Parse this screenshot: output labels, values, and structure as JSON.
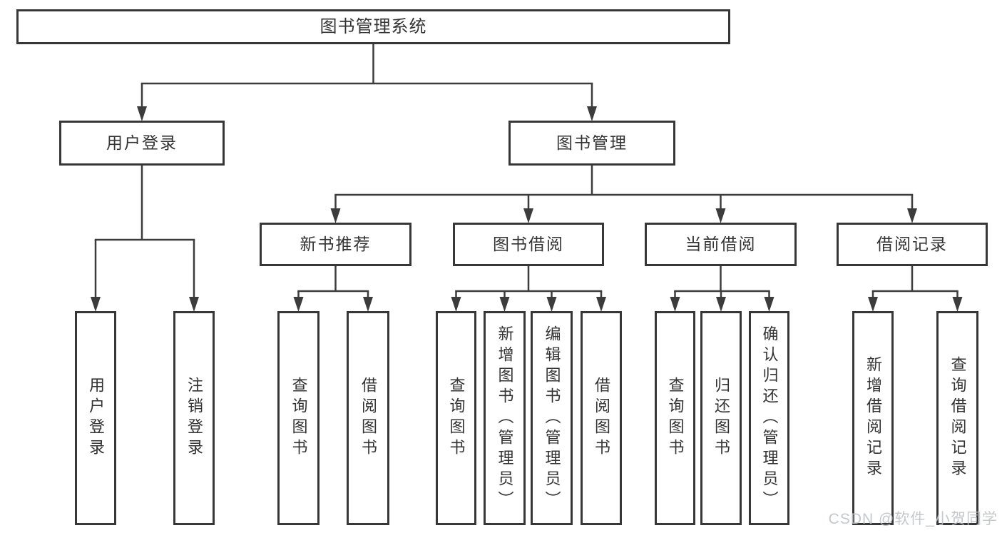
{
  "diagram": {
    "type": "tree",
    "title": "图书管理系统",
    "background": "#ffffff",
    "line_color": "#3c3c3c",
    "box_border_color": "#373737",
    "box_fill": "#ffffff",
    "text_color": "#333333",
    "nodes": [
      {
        "id": "root",
        "label": "图书管理系统",
        "level": 0,
        "parent": null,
        "vertical": false
      },
      {
        "id": "user-login",
        "label": "用户登录",
        "level": 1,
        "parent": "root",
        "vertical": false
      },
      {
        "id": "book-mgmt",
        "label": "图书管理",
        "level": 1,
        "parent": "root",
        "vertical": false
      },
      {
        "id": "login",
        "label": "用户登录",
        "level": 2,
        "parent": "user-login",
        "vertical": true
      },
      {
        "id": "logout",
        "label": "注销登录",
        "level": 2,
        "parent": "user-login",
        "vertical": true
      },
      {
        "id": "new-book-rec",
        "label": "新书推荐",
        "level": 2,
        "parent": "book-mgmt",
        "vertical": false
      },
      {
        "id": "book-borrow",
        "label": "图书借阅",
        "level": 2,
        "parent": "book-mgmt",
        "vertical": false
      },
      {
        "id": "current-borrow",
        "label": "当前借阅",
        "level": 2,
        "parent": "book-mgmt",
        "vertical": false
      },
      {
        "id": "borrow-records",
        "label": "借阅记录",
        "level": 2,
        "parent": "book-mgmt",
        "vertical": false
      },
      {
        "id": "rec-query-books",
        "label": "查询图书",
        "level": 3,
        "parent": "new-book-rec",
        "vertical": true
      },
      {
        "id": "rec-borrow-books",
        "label": "借阅图书",
        "level": 3,
        "parent": "new-book-rec",
        "vertical": true
      },
      {
        "id": "bb-query-books",
        "label": "查询图书",
        "level": 3,
        "parent": "book-borrow",
        "vertical": true
      },
      {
        "id": "bb-add-books",
        "label": "新增图书（管理员）",
        "level": 3,
        "parent": "book-borrow",
        "vertical": true
      },
      {
        "id": "bb-edit-books",
        "label": "编辑图书（管理员）",
        "level": 3,
        "parent": "book-borrow",
        "vertical": true
      },
      {
        "id": "bb-borrow-books",
        "label": "借阅图书",
        "level": 3,
        "parent": "book-borrow",
        "vertical": true
      },
      {
        "id": "cb-query-books",
        "label": "查询图书",
        "level": 3,
        "parent": "current-borrow",
        "vertical": true
      },
      {
        "id": "cb-return-books",
        "label": "归还图书",
        "level": 3,
        "parent": "current-borrow",
        "vertical": true
      },
      {
        "id": "cb-confirm-return",
        "label": "确认归还（管理员）",
        "level": 3,
        "parent": "current-borrow",
        "vertical": true
      },
      {
        "id": "br-add-record",
        "label": "新增借阅记录",
        "level": 3,
        "parent": "borrow-records",
        "vertical": true
      },
      {
        "id": "br-query-record",
        "label": "查询借阅记录",
        "level": 3,
        "parent": "borrow-records",
        "vertical": true
      }
    ]
  },
  "watermark": {
    "text": "CSDN @软件_小贺同学",
    "color": "#bdc1c6"
  }
}
